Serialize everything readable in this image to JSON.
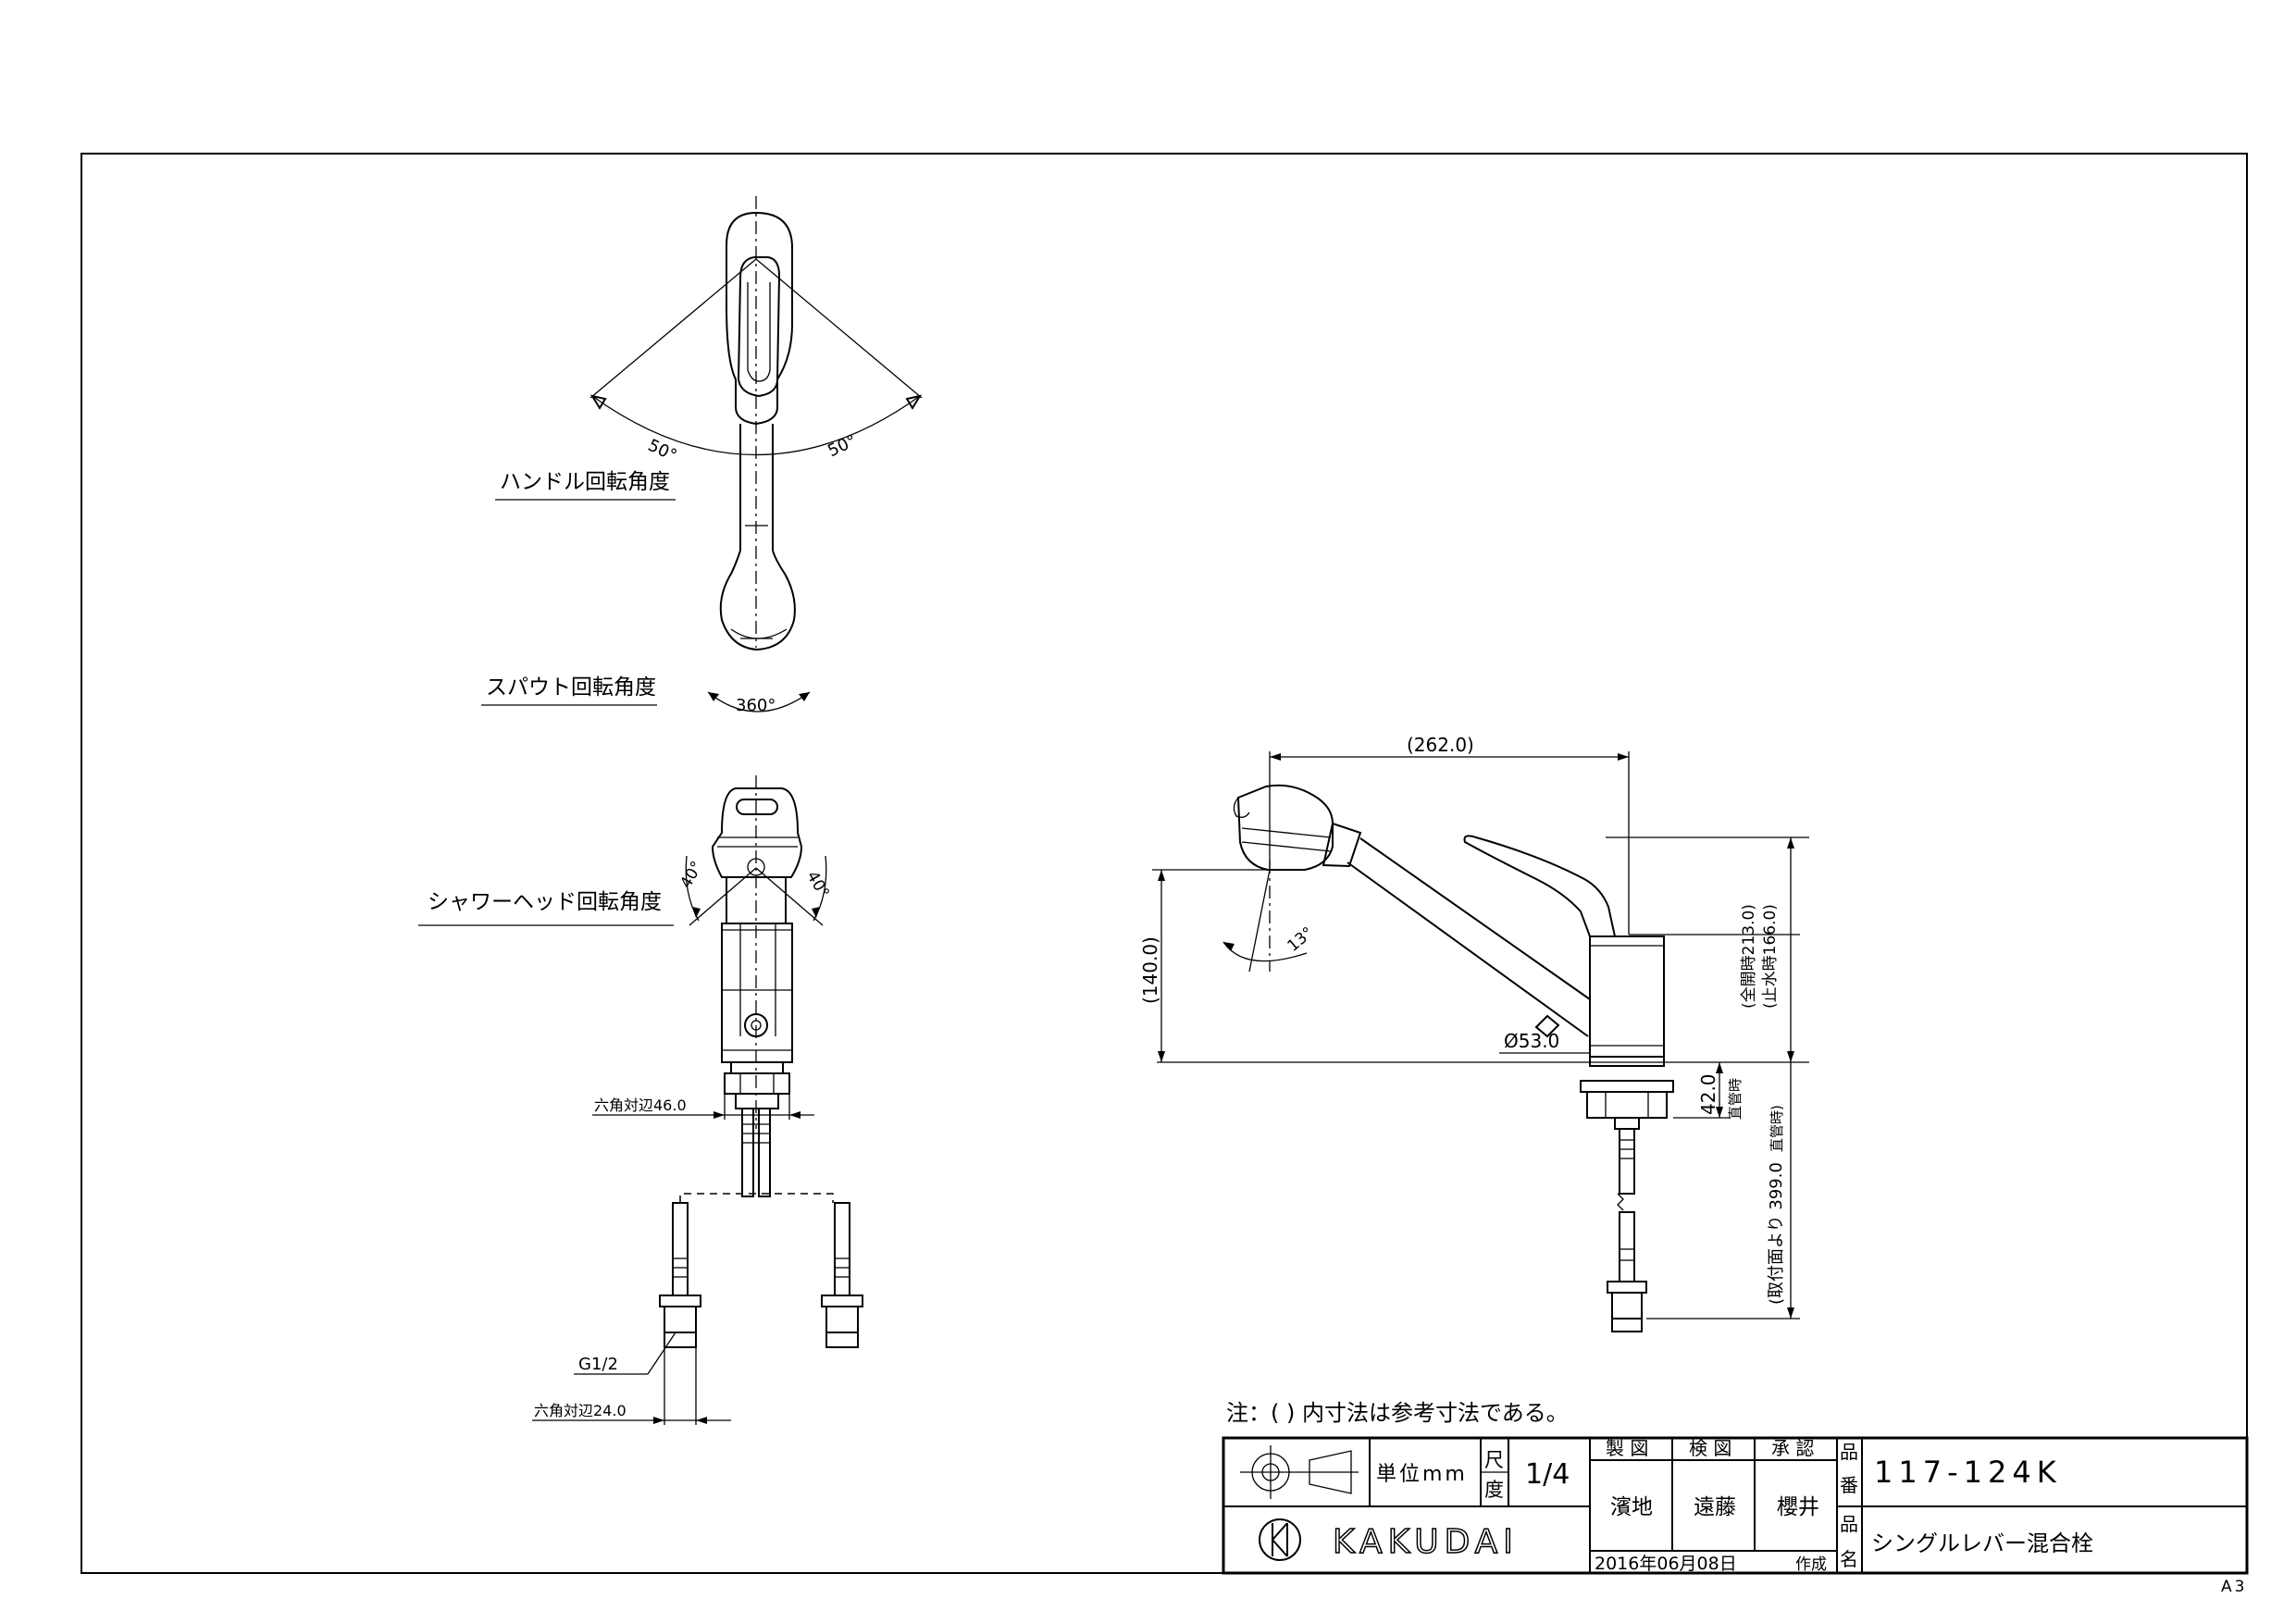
{
  "sheet": {
    "size": "A3"
  },
  "top_view": {
    "handle_angle_left": "50°",
    "handle_angle_right": "50°",
    "handle_rotation_label": "ハンドル回転角度",
    "spout_rotation_angle": "360°",
    "spout_rotation_label": "スパウト回転角度"
  },
  "front_view": {
    "shower_angle_left": "40°",
    "shower_angle_right": "40°",
    "shower_rotation_label": "シャワーヘッド回転角度",
    "hex_width_top": "六角対辺46.0",
    "thread_label": "G1/2",
    "hex_width_bottom": "六角対辺24.0"
  },
  "side_view": {
    "spout_reach": "(262.0)",
    "spout_height": "(140.0)",
    "tilt_angle": "13°",
    "base_diameter": "Ø53.0",
    "full_open_height": "(全開時213.0)",
    "closed_height": "(止水時166.0)",
    "shank_length": "42.0",
    "shank_note": "直管時",
    "hose_length": "(取付面より 399.0",
    "hose_note": "直管時)"
  },
  "note": "注：( ) 内寸法は参考寸法である。",
  "title_block": {
    "unit_label": "単位mm",
    "scale_label": "尺度",
    "scale_value": "1/4",
    "drawn_header": "製 図",
    "checked_header": "検 図",
    "approved_header": "承 認",
    "drawn_by": "濱地",
    "checked_by": "遠藤",
    "approved_by": "櫻井",
    "date": "2016年06月08日",
    "created_label": "作成",
    "number_label": "品番",
    "product_number": "117-124K",
    "name_label": "品名",
    "product_name": "シングルレバー混合栓",
    "company": "KAKUDAI"
  }
}
